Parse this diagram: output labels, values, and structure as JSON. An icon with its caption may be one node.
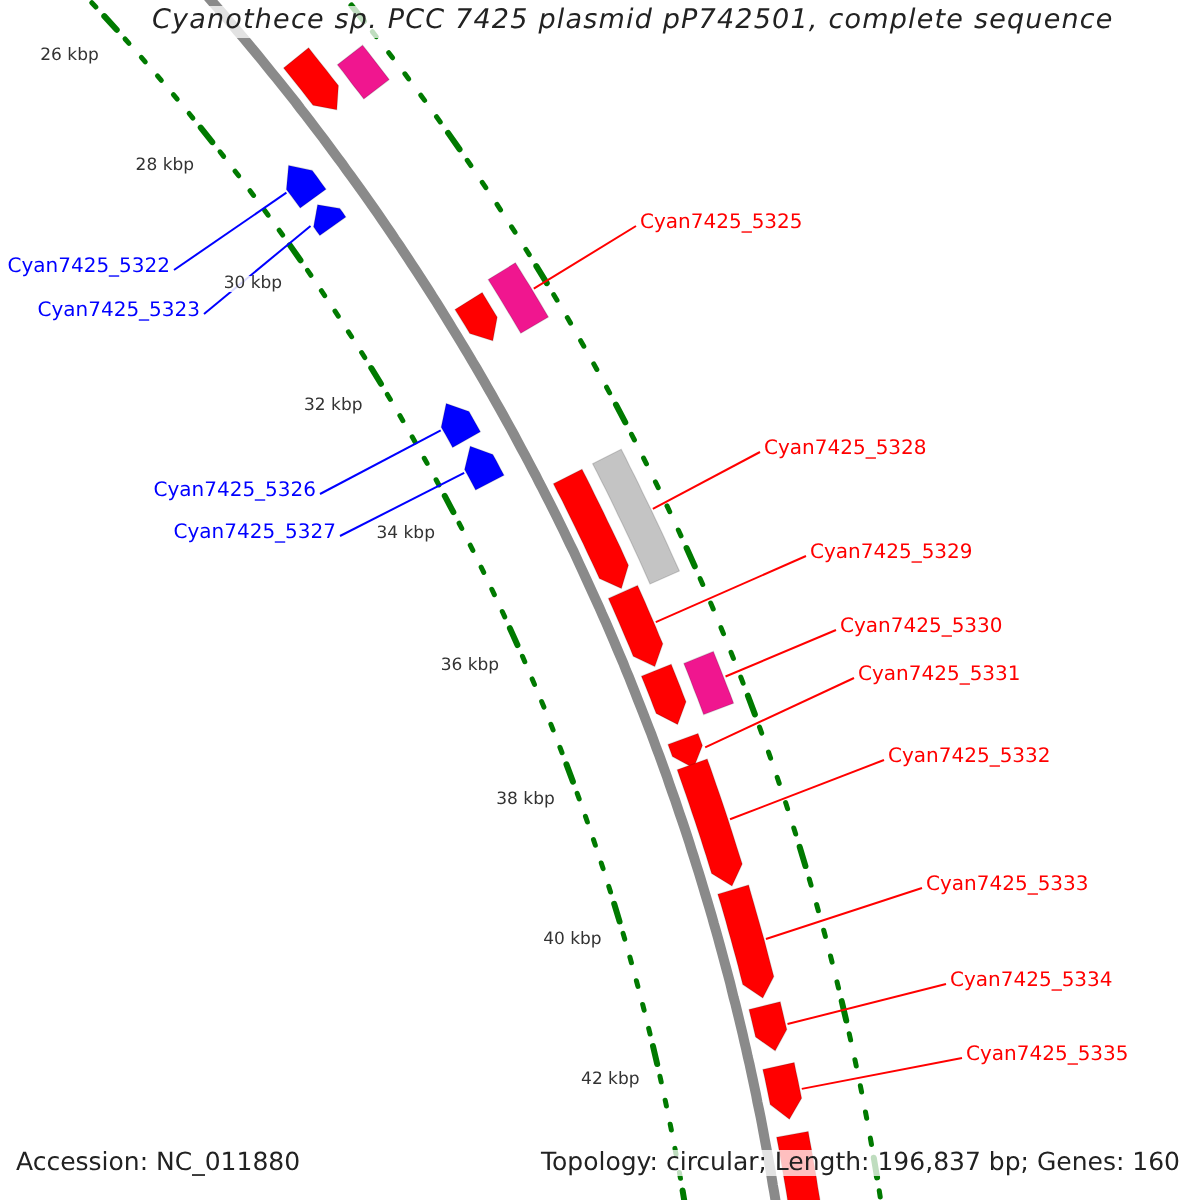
{
  "diagram": {
    "title": "Cyanothece sp. PCC 7425 plasmid pP742501, complete sequence",
    "nodes": [
      {
        "text": [
          "Cyan7425_5325"
        ]
      },
      {
        "text": [
          "Cyan7425_5322"
        ]
      },
      {
        "text": [
          "Cyan7425_5323"
        ]
      },
      {
        "text": [
          "Cyan7425_5328"
        ]
      },
      {
        "text": [
          "Cyan7425_5326"
        ]
      },
      {
        "text": [
          "Cyan7425_5327"
        ]
      },
      {
        "text": [
          "Cyan7425_5329"
        ]
      },
      {
        "text": [
          "Cyan7425_5330"
        ]
      },
      {
        "text": [
          "Cyan7425_5331"
        ]
      },
      {
        "text": [
          "Cyan7425_5332"
        ]
      },
      {
        "text": [
          "Cyan7425_5333"
        ]
      },
      {
        "text": [
          "Cyan7425_5334"
        ]
      },
      {
        "text": [
          "Cyan7425_5335"
        ]
      },
      {
        "text": [],
        "shape": "arrow"
      },
      {
        "text": [],
        "shape": "box"
      },
      {
        "text": [],
        "shape": "arrow"
      },
      {
        "text": [],
        "shape": "arrow"
      },
      {
        "text": [],
        "shape": "box"
      },
      {
        "text": [],
        "shape": "arrow"
      },
      {
        "text": [],
        "shape": "arrow"
      },
      {
        "text": [],
        "shape": "arrow"
      },
      {
        "text": [],
        "shape": "arrow"
      },
      {
        "text": [],
        "shape": "box"
      },
      {
        "text": [],
        "shape": "arrow"
      },
      {
        "text": [],
        "shape": "arrow"
      },
      {
        "text": [],
        "shape": "box"
      },
      {
        "text": [],
        "shape": "arrow"
      },
      {
        "text": [],
        "shape": "arrow"
      },
      {
        "text": [],
        "shape": "arrow"
      },
      {
        "text": [],
        "shape": "arrow"
      },
      {
        "text": [],
        "shape": "arrow"
      },
      {
        "text": [],
        "shape": "arrow"
      }
    ],
    "edges": [
      {
        "from": 0,
        "to": 17,
        "arrow": "none"
      },
      {
        "from": 1,
        "to": 15,
        "arrow": "none",
        "color": "#0000ff"
      },
      {
        "from": 2,
        "to": 16,
        "arrow": "none",
        "color": "#0000ff"
      },
      {
        "from": 3,
        "to": 22,
        "arrow": "none"
      },
      {
        "from": 4,
        "to": 19,
        "arrow": "none",
        "color": "#0000ff"
      },
      {
        "from": 5,
        "to": 20,
        "arrow": "none",
        "color": "#0000ff"
      },
      {
        "from": 6,
        "to": 23,
        "arrow": "none"
      },
      {
        "from": 7,
        "to": 25,
        "arrow": "none"
      },
      {
        "from": 8,
        "to": 26,
        "arrow": "none"
      },
      {
        "from": 9,
        "to": 27,
        "arrow": "none"
      },
      {
        "from": 10,
        "to": 28,
        "arrow": "none"
      },
      {
        "from": 11,
        "to": 29,
        "arrow": "none"
      },
      {
        "from": 12,
        "to": 30,
        "arrow": "none"
      }
    ],
    "labels": [
      "26 kbp",
      "28 kbp",
      "30 kbp",
      "32 kbp",
      "34 kbp",
      "36 kbp",
      "38 kbp",
      "40 kbp",
      "42 kbp",
      "Accession: NC_011880",
      "Topology: circular; Length: 196,837 bp; Genes: 160"
    ]
  }
}
